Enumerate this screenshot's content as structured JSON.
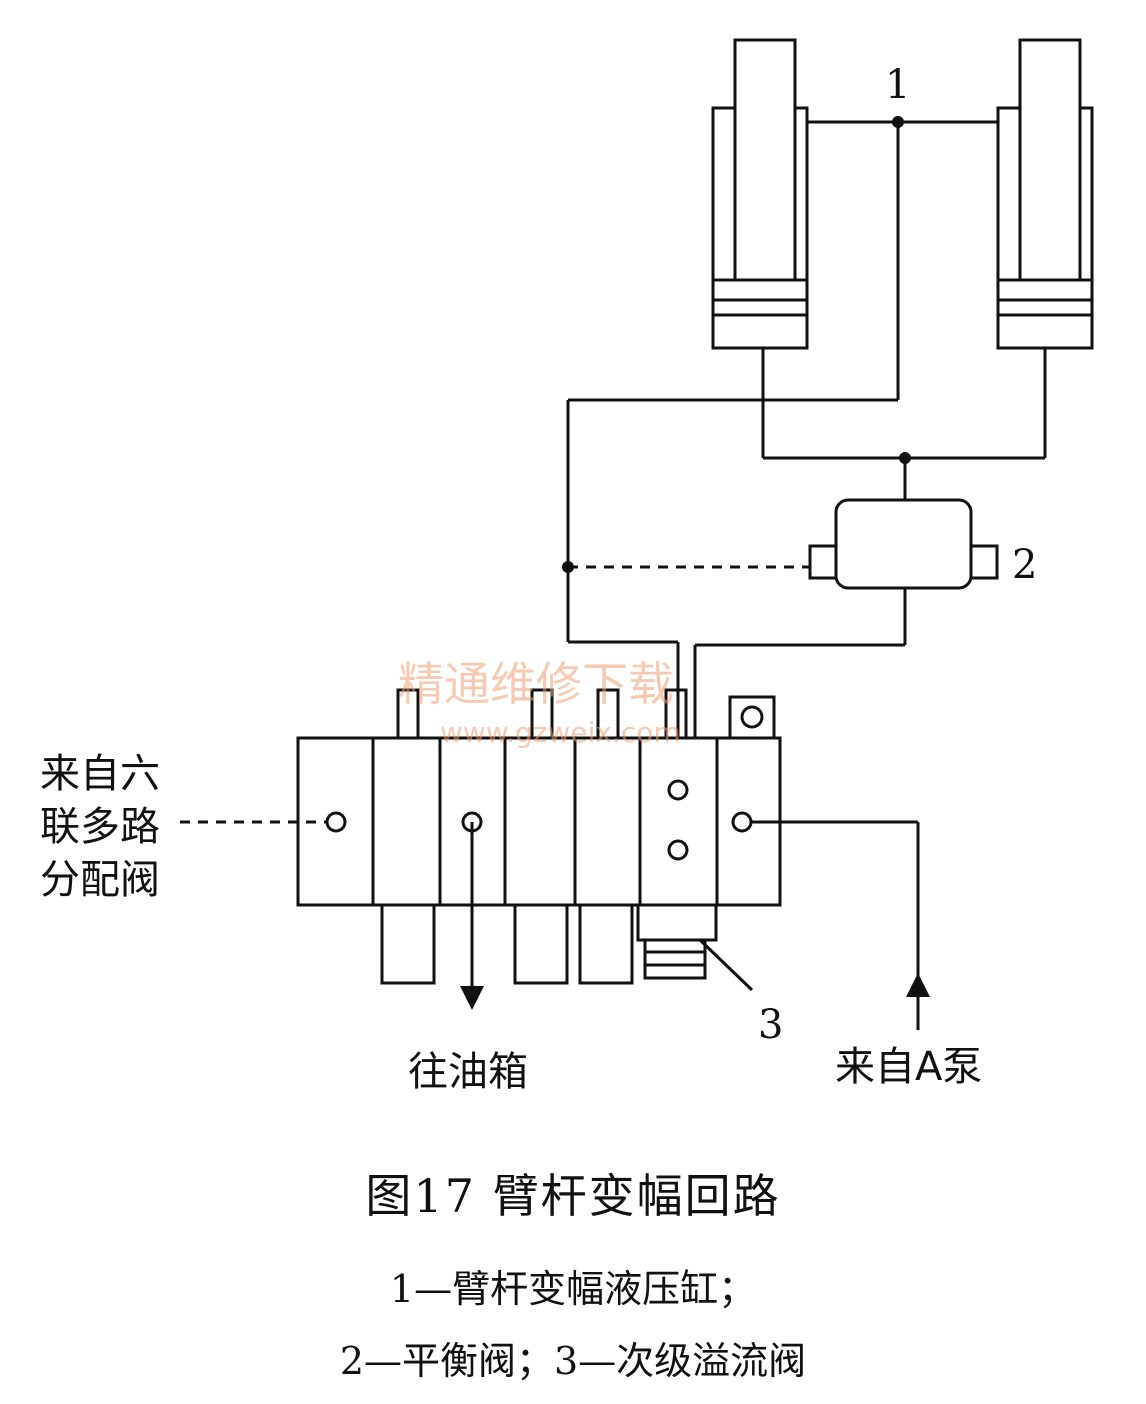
{
  "labels": {
    "part1": "1",
    "part2": "2",
    "part3": "3",
    "from_six_way_valve": [
      "来自六",
      "联多路",
      "分配阀"
    ],
    "to_tank": "往油箱",
    "from_pump_a": "来自A泵"
  },
  "watermark": {
    "line1": "精通维修下载",
    "line2": "www.gzweix.com"
  },
  "caption": {
    "title": "图17   臂杆变幅回路",
    "line1": "1—臂杆变幅液压缸；",
    "line2": "2—平衡阀；3—次级溢流阀"
  },
  "colors": {
    "ink": "#111111",
    "watermark": "#f0a070"
  }
}
